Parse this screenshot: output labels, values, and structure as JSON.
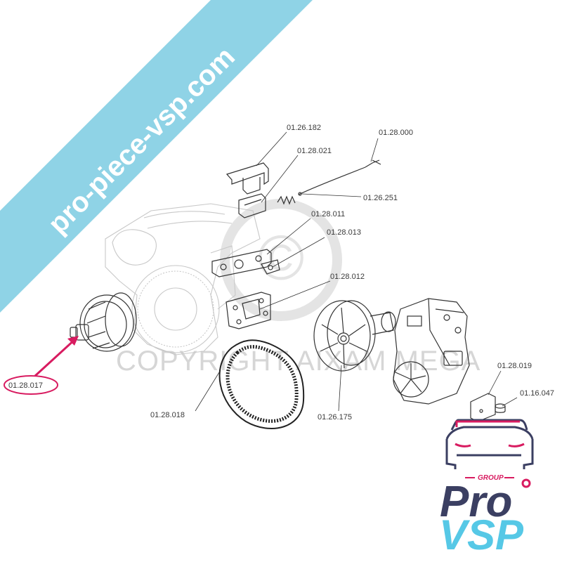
{
  "banner": {
    "text": "pro-piece-vsp.com",
    "color": "#8fd3e6"
  },
  "watermark": {
    "text": "COPYRIGHT AIXAM MEGA",
    "symbol": "©"
  },
  "parts": [
    {
      "ref": "01.26.182"
    },
    {
      "ref": "01.28.021"
    },
    {
      "ref": "01.28.000"
    },
    {
      "ref": "01.26.251"
    },
    {
      "ref": "01.28.011"
    },
    {
      "ref": "01.28.013"
    },
    {
      "ref": "01.28.012"
    },
    {
      "ref": "01.28.017",
      "highlighted": true
    },
    {
      "ref": "01.28.018"
    },
    {
      "ref": "01.26.175"
    },
    {
      "ref": "01.28.019"
    },
    {
      "ref": "01.16.047"
    }
  ],
  "highlight_color": "#d81b60",
  "logo": {
    "group": "GROUP",
    "pro": "Pro",
    "vsp": "VSP",
    "colors": {
      "pro": "#3b3f62",
      "vsp": "#56c8e6",
      "accent": "#d81b60"
    }
  }
}
